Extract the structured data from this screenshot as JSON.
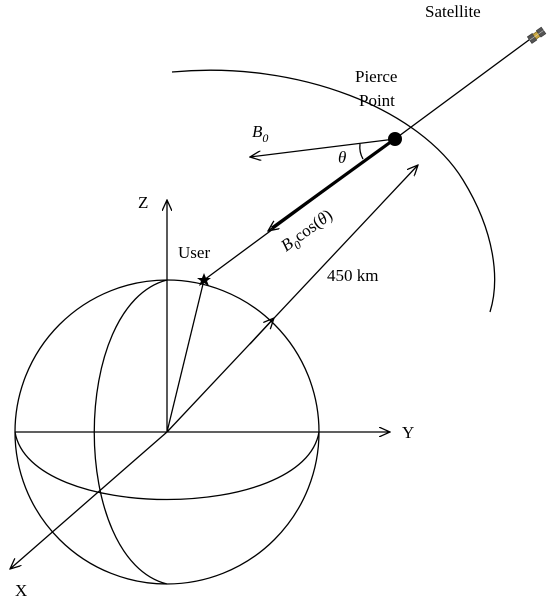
{
  "labels": {
    "satellite": "Satellite",
    "pierce_line1": "Pierce",
    "pierce_line2": "Point",
    "b0_vec": "B",
    "b0_sub": "0",
    "theta": "θ",
    "user": "User",
    "height": "450 km",
    "z_axis": "Z",
    "y_axis": "Y",
    "x_axis": "X",
    "proj_b": "B",
    "proj_sub": "0",
    "proj_rest": "cos(",
    "proj_theta": "θ",
    "proj_close": ")"
  }
}
